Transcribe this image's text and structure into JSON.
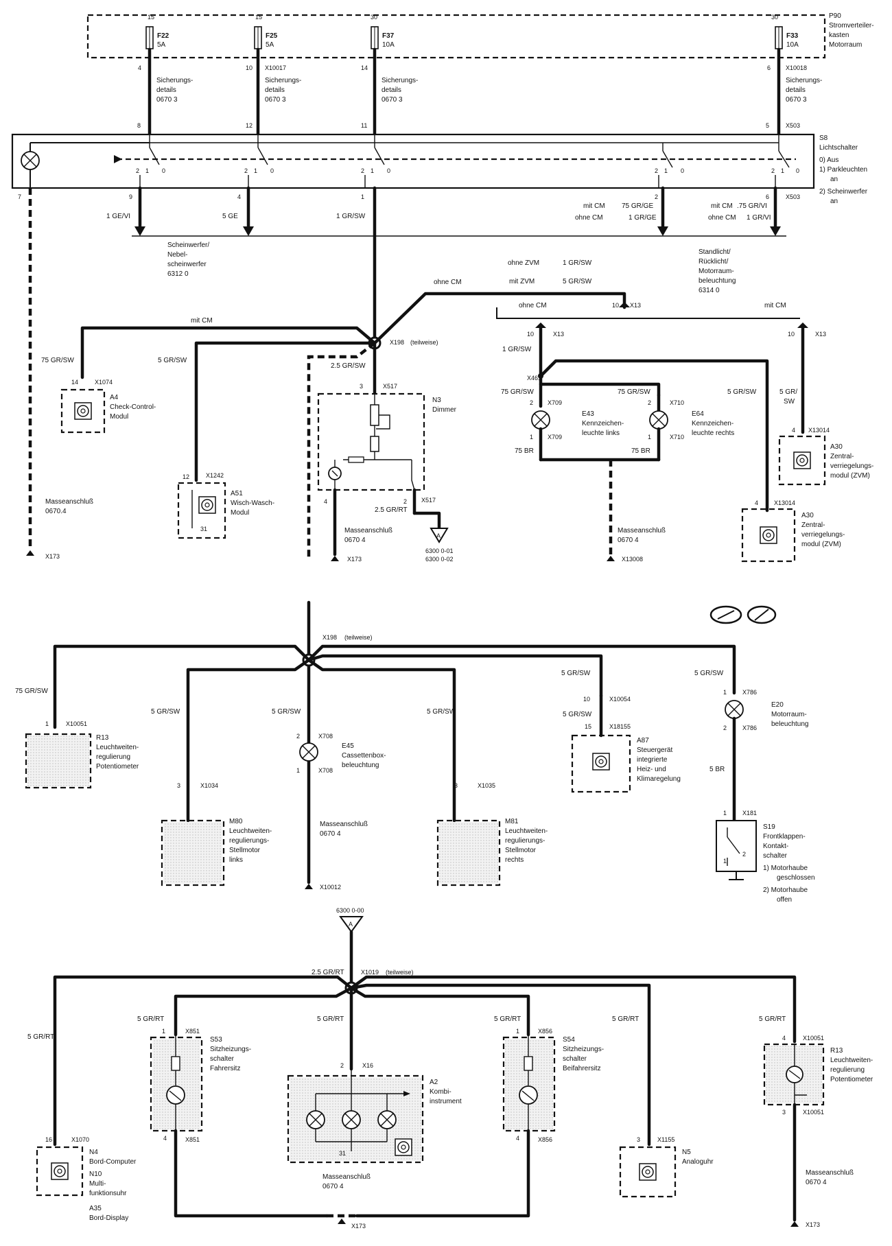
{
  "fuse_box": {
    "id": "P90",
    "label_l1": "Stromverteiler-",
    "label_l2": "kasten",
    "label_l3": "Motorraum",
    "fuses": [
      {
        "term": "15",
        "name": "F22",
        "amp": "5A"
      },
      {
        "term": "15",
        "name": "F25",
        "amp": "5A"
      },
      {
        "term": "30",
        "name": "F37",
        "amp": "10A"
      },
      {
        "term": "30",
        "name": "F33",
        "amp": "10A"
      }
    ]
  },
  "fuse_details": [
    {
      "pin": "4",
      "connector": "",
      "l1": "Sicherungs-",
      "l2": "details",
      "l3": "0670 3"
    },
    {
      "pin": "10",
      "connector": "X10017",
      "l1": "Sicherungs-",
      "l2": "details",
      "l3": "0670 3"
    },
    {
      "pin": "14",
      "connector": "",
      "l1": "Sicherungs-",
      "l2": "details",
      "l3": "0670 3"
    },
    {
      "pin": "6",
      "connector": "X10018",
      "l1": "Sicherungs-",
      "l2": "details",
      "l3": "0670 3"
    }
  ],
  "light_switch": {
    "id": "S8",
    "name": "Lichtschalter",
    "connector": "X503",
    "pos0": "0) Aus",
    "pos1a": "1) Parkleuchten",
    "pos1b": "an",
    "pos2a": "2) Scheinwerfer",
    "pos2b": "an",
    "top_pins": [
      "8",
      "12",
      "11",
      "5"
    ],
    "bottom_pins": [
      "7",
      "9",
      "4",
      "1",
      "2",
      "6"
    ]
  },
  "wires": {
    "w1ge": "1 GE/VI",
    "w5ge": "5 GE",
    "w1grsw": "1 GR/SW",
    "mitcm1": "mit CM",
    "mitcm1v": "75 GR/GE",
    "ohnecm1": "ohne CM",
    "ohnecm1v": "1 GR/GE",
    "mitcm2": "mit CM",
    "mitcm2v": ".75 GR/VI",
    "ohnecm2": "ohne CM",
    "ohnecm2v": "1 GR/VI"
  },
  "refs": {
    "scheinwerfer_l1": "Scheinwerfer/",
    "scheinwerfer_l2": "Nebel-",
    "scheinwerfer_l3": "scheinwerfer",
    "scheinwerfer_l4": "6312 0",
    "standlicht_l1": "Standlicht/",
    "standlicht_l2": "Rücklicht/",
    "standlicht_l3": "Motorraum-",
    "standlicht_l4": "beleuchtung",
    "standlicht_l5": "6314 0"
  },
  "mid": {
    "ohne_zvm": "ohne ZVM",
    "ohne_zvm_v": "1 GR/SW",
    "mit_zvm": "mit ZVM",
    "mit_zvm_v": "5 GR/SW",
    "ohne_cm_a": "ohne CM",
    "ohne_cm_b": "ohne CM",
    "mit_cm_a": "mit CM",
    "mit_cm_b": "mit CM",
    "x13_pin": "10",
    "x13": "X13",
    "x198": "X198",
    "teilweise": "(teilweise)",
    "w75grsw": "75 GR/SW",
    "w5grsw": "5 GR/SW",
    "w25grsw": "2.5 GR/SW",
    "w1grsw": "1 GR/SW",
    "w75grsw_b": "75 GR/SW",
    "w75grsw_c": "75 GR/SW",
    "w5grsw_b": "5 GR/SW",
    "w5grsw_c1": "5 GR/",
    "w5grsw_c2": "SW",
    "w75br_a": "75 BR",
    "w75br_b": "75 BR",
    "w25grrt": "2.5 GR/RT"
  },
  "components_top": {
    "a4_pin": "14",
    "a4_conn": "X1074",
    "a4_id": "A4",
    "a4_l1": "Check-Control-",
    "a4_l2": "Modul",
    "a51_pin": "12",
    "a51_conn": "X1242",
    "a51_id": "A51",
    "a51_l1": "Wisch-Wasch-",
    "a51_l2": "Modul",
    "a51_gnd": "31",
    "n3_pin": "3",
    "n3_conn": "X517",
    "n3_id": "N3",
    "n3_name": "Dimmer",
    "n3_pin4": "4",
    "n3_pin2": "2",
    "n3_conn2": "X517",
    "x461": "X461",
    "e43_id": "E43",
    "e43_l1": "Kennzeichen-",
    "e43_l2": "leuchte links",
    "e43_conn": "X709",
    "e44_id": "E64",
    "e44_l1": "Kennzeichen-",
    "e44_l2": "leuchte rechts",
    "e44_conn": "X710",
    "a30a_pin": "4",
    "a30a_conn": "X13014",
    "a30a_id": "A30",
    "a30a_l1": "Zentral-",
    "a30a_l2": "verriegelungs-",
    "a30a_l3": "modul (ZVM)",
    "a30b_pin": "4",
    "a30b_conn": "X13014",
    "a30b_id": "A30",
    "a30b_l1": "Zentral-",
    "a30b_l2": "verriegelungs-",
    "a30b_l3": "modul (ZVM)",
    "gnd1_l1": "Masseanschluß",
    "gnd1_l2": "0670.4",
    "gnd1_conn": "X173",
    "gnd2_l1": "Masseanschluß",
    "gnd2_l2": "0670 4",
    "gnd2_conn": "X173",
    "gnd3_l1": "Masseanschluß",
    "gnd3_l2": "0670 4",
    "gnd3_conn": "X13008",
    "ref_a_l1": "6300 0-01",
    "ref_a_l2": "6300 0-02",
    "pin_two": "2",
    "pin_one": "1",
    "x10_pin": "10"
  },
  "section2": {
    "x198": "X198",
    "teilweise": "(teilweise)",
    "w75grsw": "75 GR/SW",
    "w5grsw_a": "5 GR/SW",
    "w5grsw_b": "5 GR/SW",
    "w5grsw_c": "5 GR/SW",
    "w5grsw_d": "5 GR/SW",
    "w5grsw_e": "5 GR/SW",
    "w5grsw_f": "5 GR/SW",
    "w5br": "5 BR",
    "r13_pin": "1",
    "r13_conn": "X10051",
    "r13_id": "R13",
    "r13_l1": "Leuchtweiten-",
    "r13_l2": "regulierung",
    "r13_l3": "Potentiometer",
    "m80_pin": "3",
    "m80_conn": "X1034",
    "m80_id": "M80",
    "m80_l1": "Leuchtweiten-",
    "m80_l2": "regulierungs-",
    "m80_l3": "Stellmotor",
    "m80_l4": "links",
    "e45_pin2": "2",
    "e45_conn": "X708",
    "e45_pin1": "1",
    "e45_id": "E45",
    "e45_l1": "Cassettenbox-",
    "e45_l2": "beleuchtung",
    "gnd_l1": "Masseanschluß",
    "gnd_l2": "0670 4",
    "gnd_conn": "X10012",
    "m81_pin": "3",
    "m81_conn": "X1035",
    "m81_id": "M81",
    "m81_l1": "Leuchtweiten-",
    "m81_l2": "regulierungs-",
    "m81_l3": "Stellmotor",
    "m81_l4": "rechts",
    "a87_pin1": "10",
    "a87_conn1": "X10054",
    "a87_pin2": "15",
    "a87_conn2": "X18155",
    "a87_id": "A87",
    "a87_l1": "Steuergerät",
    "a87_l2": "integrierte",
    "a87_l3": "Heiz- und",
    "a87_l4": "Klimaregelung",
    "e20_pin1": "1",
    "e20_conn": "X786",
    "e20_pin2": "2",
    "e20_id": "E20",
    "e20_l1": "Motorraum-",
    "e20_l2": "beleuchtung",
    "s19_pin": "1",
    "s19_conn": "X181",
    "s19_id": "S19",
    "s19_l1": "Frontklappen-",
    "s19_l2": "Kontakt-",
    "s19_l3": "schalter",
    "s19_p1a": "1)  Motorhaube",
    "s19_p1b": "geschlossen",
    "s19_p2a": "2)  Motorhaube",
    "s19_p2b": "offen"
  },
  "section3": {
    "ref": "6300 0-00",
    "w25grrt": "2.5 GR/RT",
    "x1019": "X1019",
    "teilweise": "(teilweise)",
    "w5grrt_a": "5 GR/RT",
    "w5grrt_b": "5 GR/RT",
    "w5grrt_c": "5 GR/RT",
    "w5grrt_d": "5 GR/RT",
    "w5grrt_e": "5 GR/RT",
    "w5grrt_f": "5 GR/RT",
    "s53_pin1": "1",
    "s53_conn": "X851",
    "s53_pin4": "4",
    "s53_conn2": "X851",
    "s53_id": "S53",
    "s53_l1": "Sitzheizungs-",
    "s53_l2": "schalter",
    "s53_l3": "Fahrersitz",
    "a2_pin": "2",
    "a2_conn": "X16",
    "a2_id": "A2",
    "a2_l1": "Kombi-",
    "a2_l2": "instrument",
    "a2_gnd": "31",
    "a2_gnd_l1": "Masseanschluß",
    "a2_gnd_l2": "0670 4",
    "s54_pin1": "1",
    "s54_conn": "X856",
    "s54_pin4": "4",
    "s54_conn2": "X856",
    "s54_id": "S54",
    "s54_l1": "Sitzheizungs-",
    "s54_l2": "schalter",
    "s54_l3": "Beifahrersitz",
    "n4_pin": "16",
    "n4_conn": "X1070",
    "n4_id": "N4",
    "n4_l1": "Bord-Computer",
    "n10_id": "N10",
    "n10_l1": "Multi-",
    "n10_l2": "funktionsuhr",
    "a35_id": "A35",
    "a35_l1": "Bord-Display",
    "n5_pin": "3",
    "n5_conn": "X1155",
    "n5_id": "N5",
    "n5_l1": "Analoguhr",
    "r13_pin4": "4",
    "r13_conn": "X10051",
    "r13_pin3": "3",
    "r13_conn2": "X10051",
    "r13_id": "R13",
    "r13_l1": "Leuchtweiten-",
    "r13_l2": "regulierung",
    "r13_l3": "Potentiometer",
    "gnd_l1": "Masseanschluß",
    "gnd_l2": "0670 4",
    "gnd_conn": "X173",
    "bottom_gnd": "X173"
  }
}
